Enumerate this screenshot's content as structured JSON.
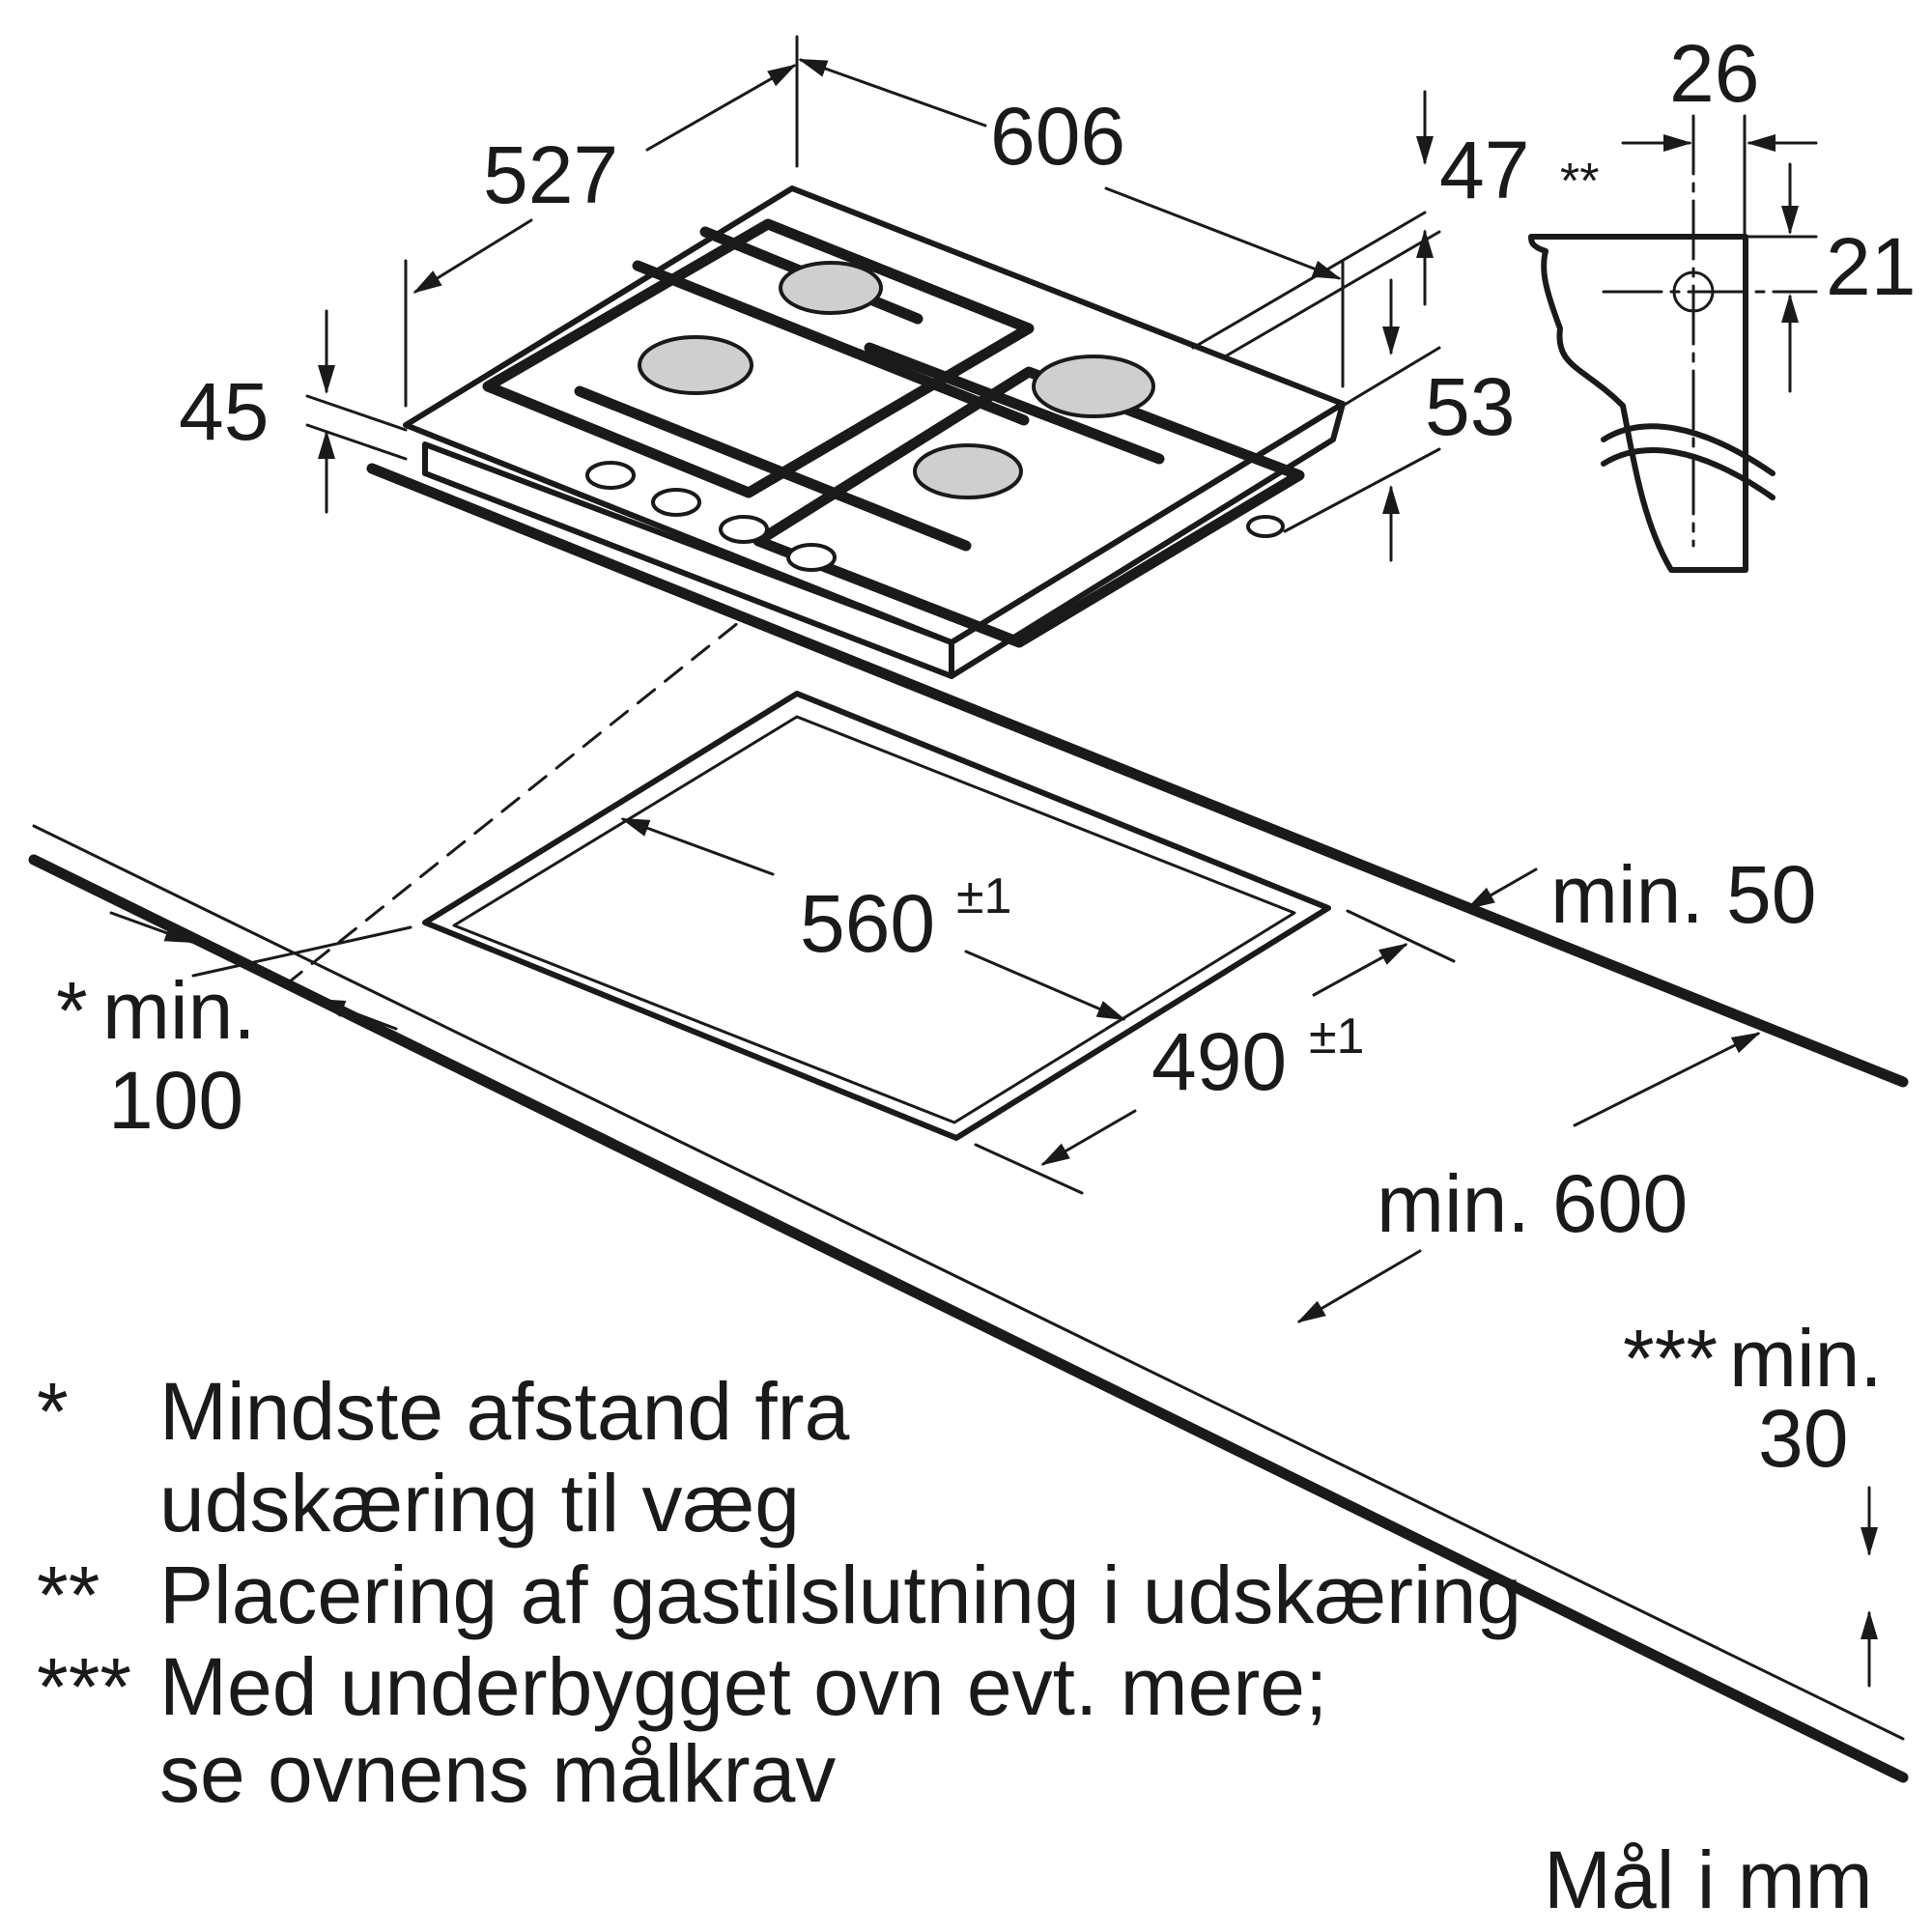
{
  "dimensions": {
    "depth": "527",
    "width": "606",
    "thickness": "45",
    "grate_height": "47",
    "bottom_height": "53",
    "gas_offset_x": "26",
    "gas_offset_y": "21",
    "gas_marker": "**",
    "cutout_width": "560",
    "cutout_width_tol": "±1",
    "cutout_depth": "490",
    "cutout_depth_tol": "±1",
    "min_front": "min. 50",
    "min_wall_star": "*",
    "min_wall_label": "min.",
    "min_wall_value": "100",
    "min_counter": "min. 600",
    "min_oven_stars": "***",
    "min_oven_label": "min.",
    "min_oven_value": "30"
  },
  "notes": [
    {
      "marker": "*",
      "lines": [
        "Mindste afstand fra",
        "udskæring til væg"
      ]
    },
    {
      "marker": "**",
      "lines": [
        "Placering af gastilslutning i udskæring"
      ]
    },
    {
      "marker": "***",
      "lines": [
        "Med underbygget ovn evt. mere;",
        "se ovnens målkrav"
      ]
    }
  ],
  "unit_note": "Mål i mm"
}
